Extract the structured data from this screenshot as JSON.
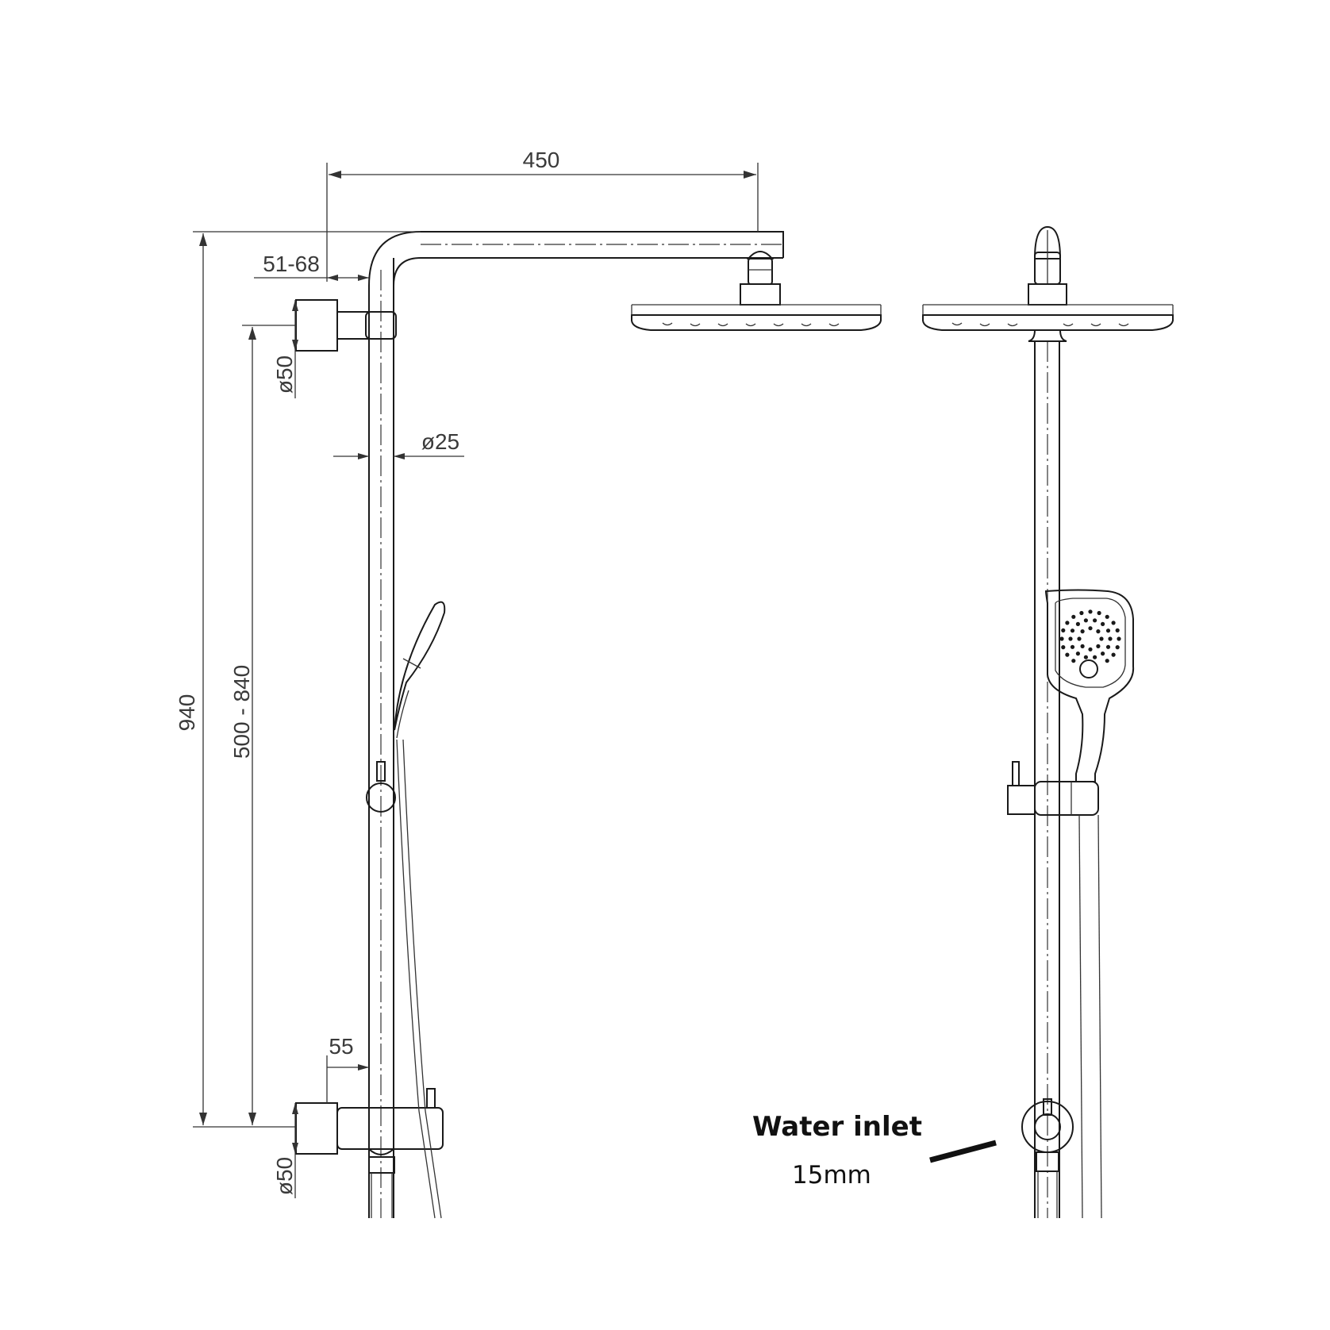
{
  "dimensions": {
    "arm_reach": "450",
    "wall_offset": "51-68",
    "bracket_diameter_top": "ø50",
    "rail_diameter": "ø25",
    "overall_height": "940",
    "adjustable_height": "500 - 840",
    "mixer_offset": "55",
    "bracket_diameter_bottom": "ø50"
  },
  "water_inlet": {
    "title": "Water inlet",
    "size": "15mm"
  }
}
